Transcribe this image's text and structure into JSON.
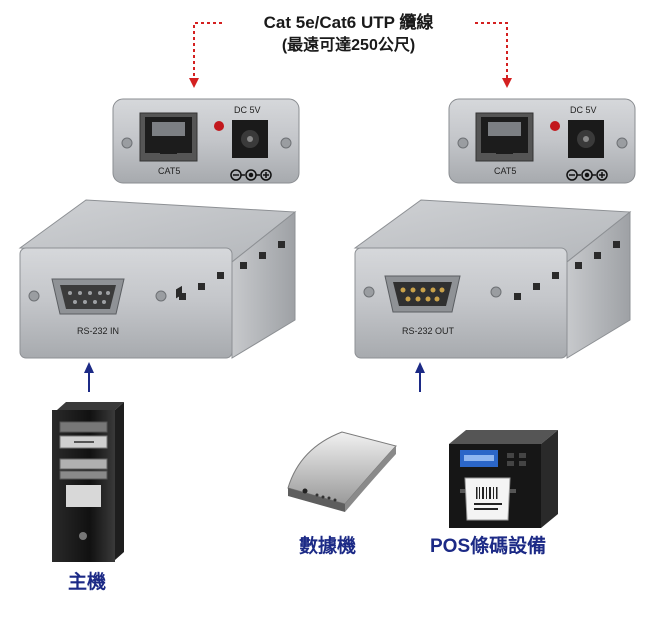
{
  "cable": {
    "line1": "Cat 5e/Cat6 UTP 纜線",
    "line2": "(最遠可達250公尺)"
  },
  "panel_labels": {
    "left": {
      "cat5": "CAT5",
      "dc": "DC 5V"
    },
    "right": {
      "cat5": "CAT5",
      "dc": "DC 5V"
    }
  },
  "box_labels": {
    "left_port": "RS-232 IN",
    "right_port": "RS-232 OUT"
  },
  "devices": {
    "host": "主機",
    "data_machine": "數據機",
    "pos": "POS條碼設備"
  },
  "colors": {
    "arrow_red": "#d42020",
    "arrow_blue": "#1c2a86",
    "metal": "#bfc1c4"
  }
}
